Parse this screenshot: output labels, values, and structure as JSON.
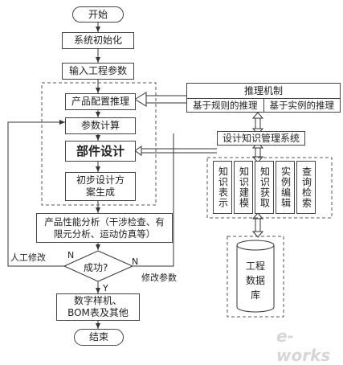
{
  "flow": {
    "start": "开始",
    "init": "系统初始化",
    "input": "输入工程参数",
    "config": "产品配置推理",
    "calc": "参数计算",
    "part": "部件设计",
    "prelim": "初步设计方案生成",
    "analysis": "产品性能分析（干涉检查、有限元分析、运动仿真等）",
    "success": "成功?",
    "output": "数字样机、BOM表及其他",
    "end": "结束"
  },
  "labels": {
    "manual": "人工修改",
    "n_left": "N",
    "n_right": "N",
    "modify": "修改参数",
    "y": "Y"
  },
  "reasoning": {
    "title": "推理机制",
    "rule": "基于规则的推理",
    "case": "基于实例的推理"
  },
  "knowledge": {
    "system": "设计知识管理系统",
    "modules": [
      "知识表示",
      "知识建模",
      "知识获取",
      "实例编辑",
      "查询检索"
    ],
    "database": "工程数据库"
  },
  "watermark": "e-works"
}
